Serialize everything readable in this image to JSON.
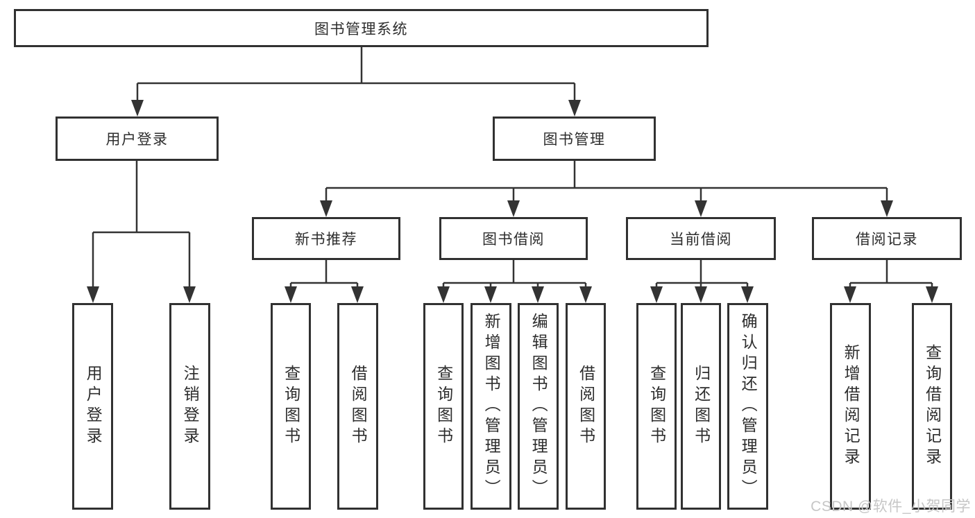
{
  "tree": {
    "label": "图书管理系统",
    "children": [
      {
        "label": "用户登录",
        "children": [
          {
            "label": "用户登录"
          },
          {
            "label": "注销登录"
          }
        ]
      },
      {
        "label": "图书管理",
        "children": [
          {
            "label": "新书推荐",
            "children": [
              {
                "label": "查询图书"
              },
              {
                "label": "借阅图书"
              }
            ]
          },
          {
            "label": "图书借阅",
            "children": [
              {
                "label": "查询图书"
              },
              {
                "label": "新增图书（管理员）"
              },
              {
                "label": "编辑图书（管理员）"
              },
              {
                "label": "借阅图书"
              }
            ]
          },
          {
            "label": "当前借阅",
            "children": [
              {
                "label": "查询图书"
              },
              {
                "label": "归还图书"
              },
              {
                "label": "确认归还（管理员）"
              }
            ]
          },
          {
            "label": "借阅记录",
            "children": [
              {
                "label": "新增借阅记录"
              },
              {
                "label": "查询借阅记录"
              }
            ]
          }
        ]
      }
    ]
  },
  "watermark": "CSDN @软件_小贺同学",
  "colors": {
    "line": "#333333",
    "box_border": "#313131",
    "text": "#2d2d2d",
    "background": "#ffffff",
    "watermark": "#c6c6c6"
  }
}
